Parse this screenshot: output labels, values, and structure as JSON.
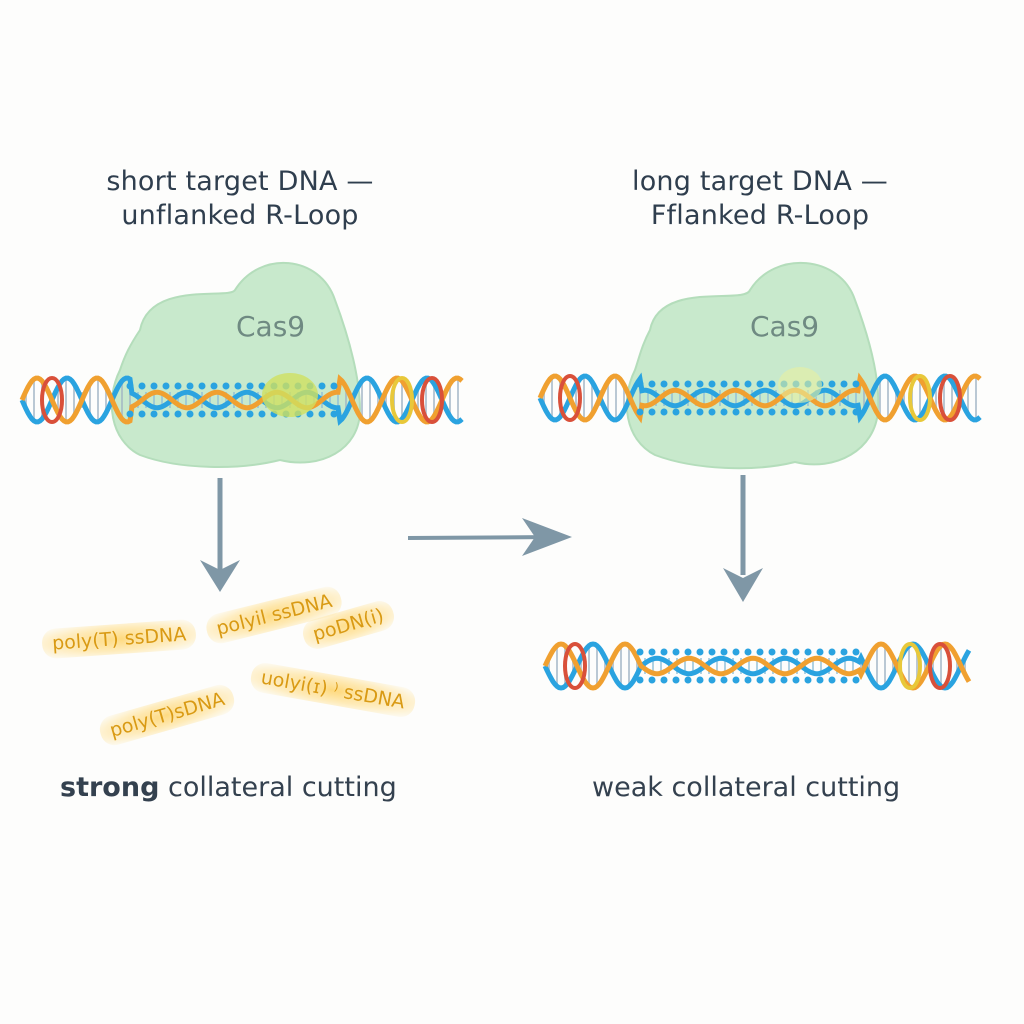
{
  "left_panel": {
    "title_line1": "short target DNA —",
    "title_line2": "unflanked R-Loop",
    "protein_label": "Cas9",
    "caption_strong": "strong",
    "caption_rest": " collateral cutting",
    "fragments": [
      "poly(T) ssDNA",
      "polyil ssDNA",
      "poDN(i)",
      "uolyi(ɪ) ⁾ ssDNA",
      "poly(T)sDNA"
    ]
  },
  "right_panel": {
    "title_line1": "long target DNA —",
    "title_line2": "Fflanked R-Loop",
    "protein_label": "Cas9",
    "caption": "weak collateral cutting"
  },
  "colors": {
    "protein_fill": "#bfe6c4",
    "protein_stroke": "#a8d8b0",
    "dna_blue": "#2aa3e0",
    "dna_orange": "#f0a030",
    "dna_red": "#d9503a",
    "dna_yellow": "#e8c83a",
    "dna_gray": "#9fb3c4",
    "arrow": "#7f97a6",
    "fragment_text": "#d99a14"
  }
}
